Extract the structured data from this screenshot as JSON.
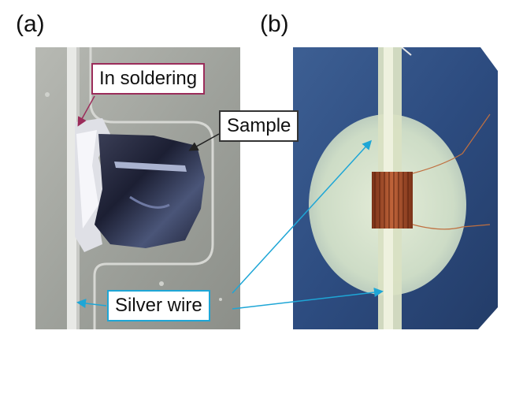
{
  "panel_labels": {
    "a": "(a)",
    "b": "(b)"
  },
  "callouts": {
    "in_soldering": "In soldering",
    "sample": "Sample",
    "silver_wire": "Silver wire"
  },
  "colors": {
    "in_soldering_border": "#9b2c5a",
    "silver_wire_border": "#1ea6d6",
    "sample_border": "#333333"
  }
}
